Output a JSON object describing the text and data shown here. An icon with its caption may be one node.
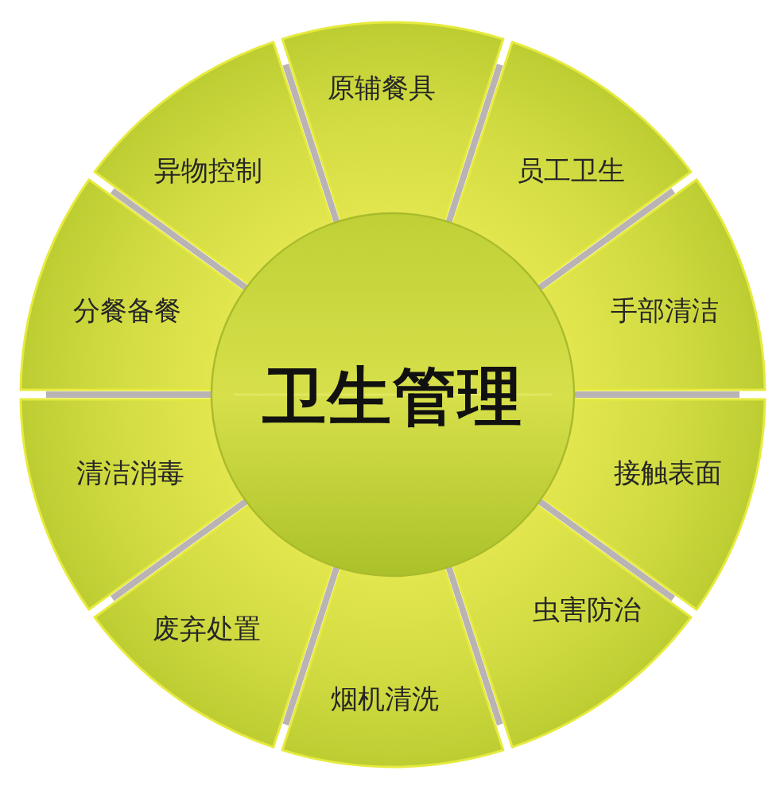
{
  "diagram": {
    "nodes": [
      {
        "text": [
          "卫生管理"
        ]
      },
      {
        "text": [
          "原辅餐具"
        ]
      },
      {
        "text": [
          "员工卫生"
        ]
      },
      {
        "text": [
          "手部清洁"
        ]
      },
      {
        "text": [
          "接触表面"
        ]
      },
      {
        "text": [
          "虫害防治"
        ]
      },
      {
        "text": [
          "烟机清洗"
        ]
      },
      {
        "text": [
          "废弃处置"
        ]
      },
      {
        "text": [
          "清洁消毒"
        ]
      },
      {
        "text": [
          "分餐备餐"
        ]
      },
      {
        "text": [
          "异物控制"
        ]
      }
    ]
  }
}
